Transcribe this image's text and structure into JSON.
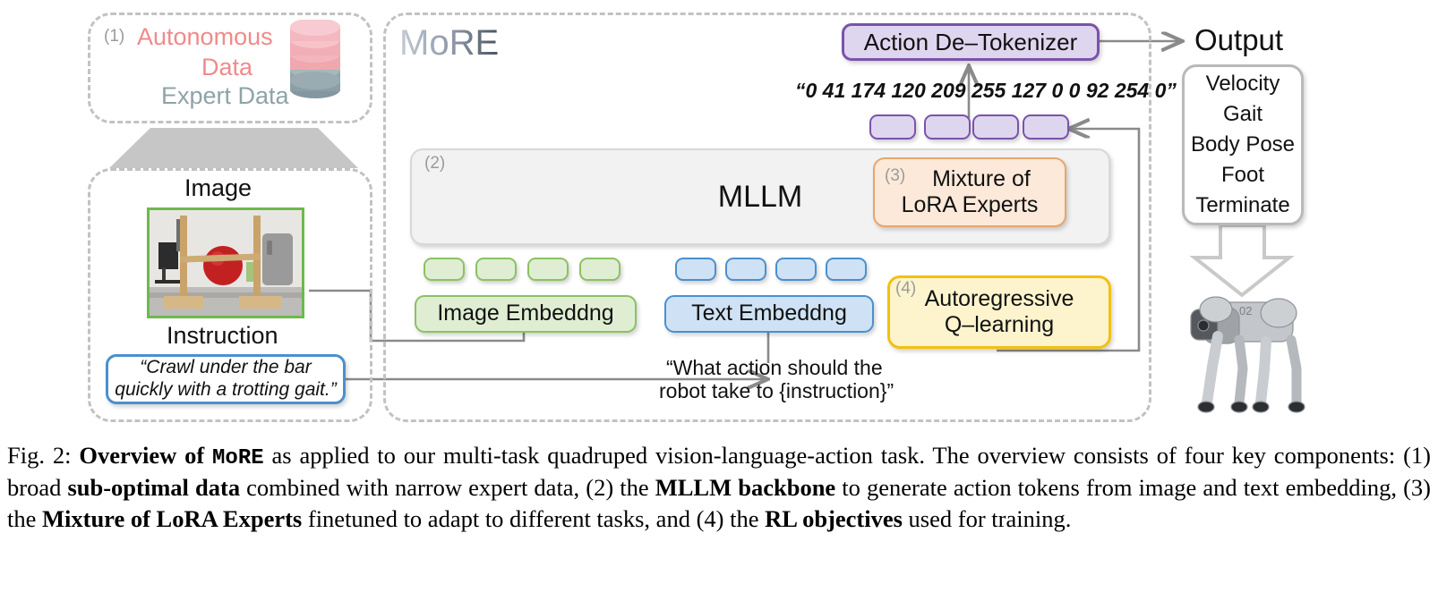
{
  "figure": {
    "title_block": {
      "label": "MoRE"
    },
    "data_panel": {
      "tag": "(1)",
      "line1": "Autonomous",
      "line2": "Data",
      "line3": "Expert Data",
      "autonomous_color": "#f08a8a",
      "expert_color": "#8ea3a8",
      "icon": "database-cylinder-icon"
    },
    "input_panel": {
      "image_label": "Image",
      "instruction_label": "Instruction",
      "instruction_text_line1": "“Crawl under the bar",
      "instruction_text_line2": "quickly with a trotting gait.”",
      "photo_alt": "robot-obstacle-course-photo"
    },
    "pipeline": {
      "detokenizer": {
        "label": "Action De–Tokenizer",
        "fill": "#ded6ef",
        "stroke": "#7b52ab"
      },
      "action_tokens_text": "“0 41 174 120 209 255 127 0 0 92 254 0”",
      "action_token_count": 4,
      "mllm": {
        "tag": "(2)",
        "label": "MLLM",
        "fill": "#f2f2f2",
        "stroke": "#cccccc"
      },
      "lora": {
        "tag": "(3)",
        "line1": "Mixture of",
        "line2": "LoRA Experts",
        "fill": "#fce9d9",
        "stroke": "#e8a66b"
      },
      "image_embedding": {
        "label": "Image Embeddng",
        "fill": "#dfeed3",
        "stroke": "#8cc163",
        "chip_count": 4
      },
      "text_embedding": {
        "label": "Text Embeddng",
        "fill": "#cfe2f5",
        "stroke": "#4a90cf",
        "chip_count": 4
      },
      "qlearning": {
        "tag": "(4)",
        "line1": "Autoregressive",
        "line2": "Q–learning",
        "fill": "#fdf4cd",
        "stroke": "#f3c011"
      },
      "prompt_line1": "“What action should the",
      "prompt_line2": "robot take to {instruction}”"
    },
    "output_panel": {
      "title": "Output",
      "items": [
        "Velocity",
        "Gait",
        "Body Pose",
        "Foot",
        "Terminate"
      ],
      "robot_alt": "quadruped-robot-photo",
      "robot_marking": "02"
    }
  },
  "caption": {
    "prefix": "Fig. 2: ",
    "bold1": "Overview of ",
    "mono1": "MoRE",
    "t1": " as applied to our multi-task quadruped vision-language-action task. The overview consists of four key components: (1) broad ",
    "bold2": "sub-optimal data",
    "t2": " combined with narrow expert data, (2) the ",
    "bold3": "MLLM backbone",
    "t3": " to generate action tokens from image and text embedding, (3) the ",
    "bold4": "Mixture of LoRA Experts",
    "t4": " finetuned to adapt to different tasks, and (4) the ",
    "bold5": "RL objectives",
    "t5": " used for training."
  }
}
